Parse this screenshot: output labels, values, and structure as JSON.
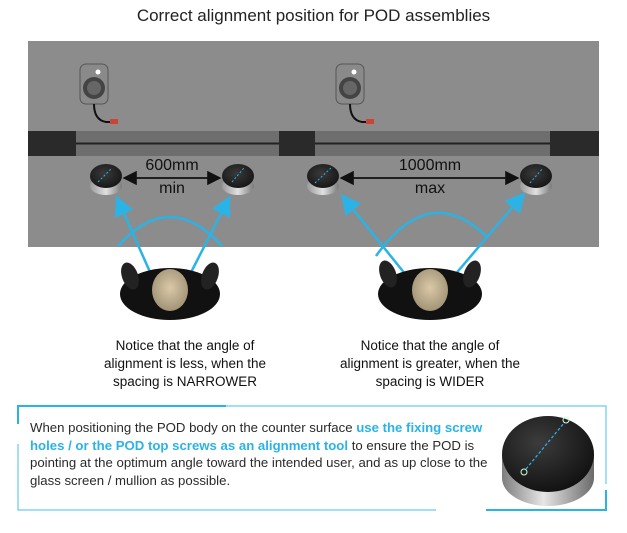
{
  "title": "Correct alignment position for POD assemblies",
  "left_example": {
    "distance_value": "600mm",
    "distance_qualifier": "min",
    "caption_lines": [
      "Notice that the angle of",
      "alignment is less, when the",
      "spacing is NARROWER"
    ]
  },
  "right_example": {
    "distance_value": "1000mm",
    "distance_qualifier": "max",
    "caption_lines": [
      "Notice that the angle of",
      "alignment is greater, when the",
      "spacing is WIDER"
    ]
  },
  "note": {
    "text_before": "When positioning the POD body on the counter surface ",
    "highlight": "use the fixing screw holes / or the POD top screws as an alignment tool",
    "text_after": " to ensure the POD is pointing at the optimum angle toward the intended user, and as up close to the glass screen / mullion as possible."
  },
  "colors": {
    "accent": "#2bb3e6",
    "counter": "#8c8c8c",
    "glass_bar": "#6e6e6e",
    "mullion": "#2a2a2a"
  },
  "icons": [
    "speaker-unit-icon",
    "pod-icon",
    "person-top-view-icon",
    "arrow-icon"
  ]
}
